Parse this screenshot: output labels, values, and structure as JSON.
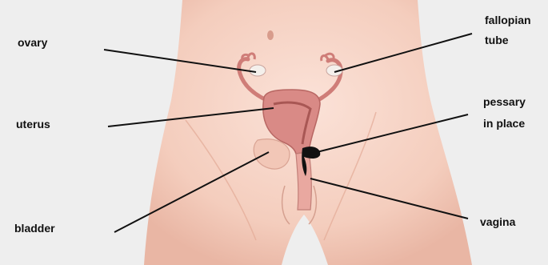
{
  "labels": {
    "ovary": "ovary",
    "uterus": "uterus",
    "bladder": "bladder",
    "fallopian_line1": "fallopian",
    "fallopian_line2": "tube",
    "pessary_line1": "pessary",
    "pessary_line2": "in place",
    "vagina": "vagina"
  },
  "colors": {
    "background": "#eeeeee",
    "skin": "#f6d2c4",
    "uterus": "#d98a86",
    "ovary": "#f4f0ec",
    "pessary": "#111111",
    "leader_line": "#111111"
  }
}
